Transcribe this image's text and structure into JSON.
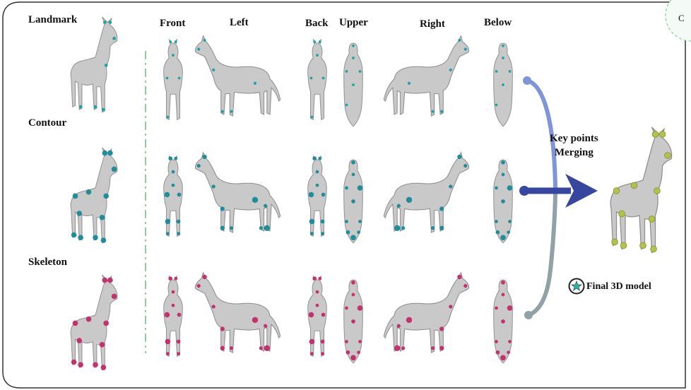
{
  "rows": [
    {
      "key": "landmark",
      "label": "Landmark",
      "dot_color": "#1fa3a8"
    },
    {
      "key": "contour",
      "label": "Contour",
      "dot_color": "#1f8e9c"
    },
    {
      "key": "skeleton",
      "label": "Skeleton",
      "dot_color": "#c6306e"
    }
  ],
  "views": [
    {
      "key": "front",
      "label": "Front",
      "kind": "front"
    },
    {
      "key": "left",
      "label": "Left",
      "kind": "side-left"
    },
    {
      "key": "back",
      "label": "Back",
      "kind": "front"
    },
    {
      "key": "upper",
      "label": "Upper",
      "kind": "top"
    },
    {
      "key": "right",
      "label": "Right",
      "kind": "side-right"
    },
    {
      "key": "below",
      "label": "Below",
      "kind": "top"
    }
  ],
  "merge": {
    "line1": "Key points",
    "line2": "Merging"
  },
  "final": {
    "label": "Final 3D model",
    "dot_color": "#b5c24a",
    "icon": "star-circle-icon"
  },
  "corner": {
    "label": "C"
  },
  "colors": {
    "horse_fill": "#c9c9c9",
    "horse_stroke": "#8e8e8e",
    "arrow": "#3747a0",
    "branch_top": "#7f95d9",
    "branch_bottom": "#8fa3a6",
    "divider": "#8fcf9a",
    "frame": "#333333"
  }
}
